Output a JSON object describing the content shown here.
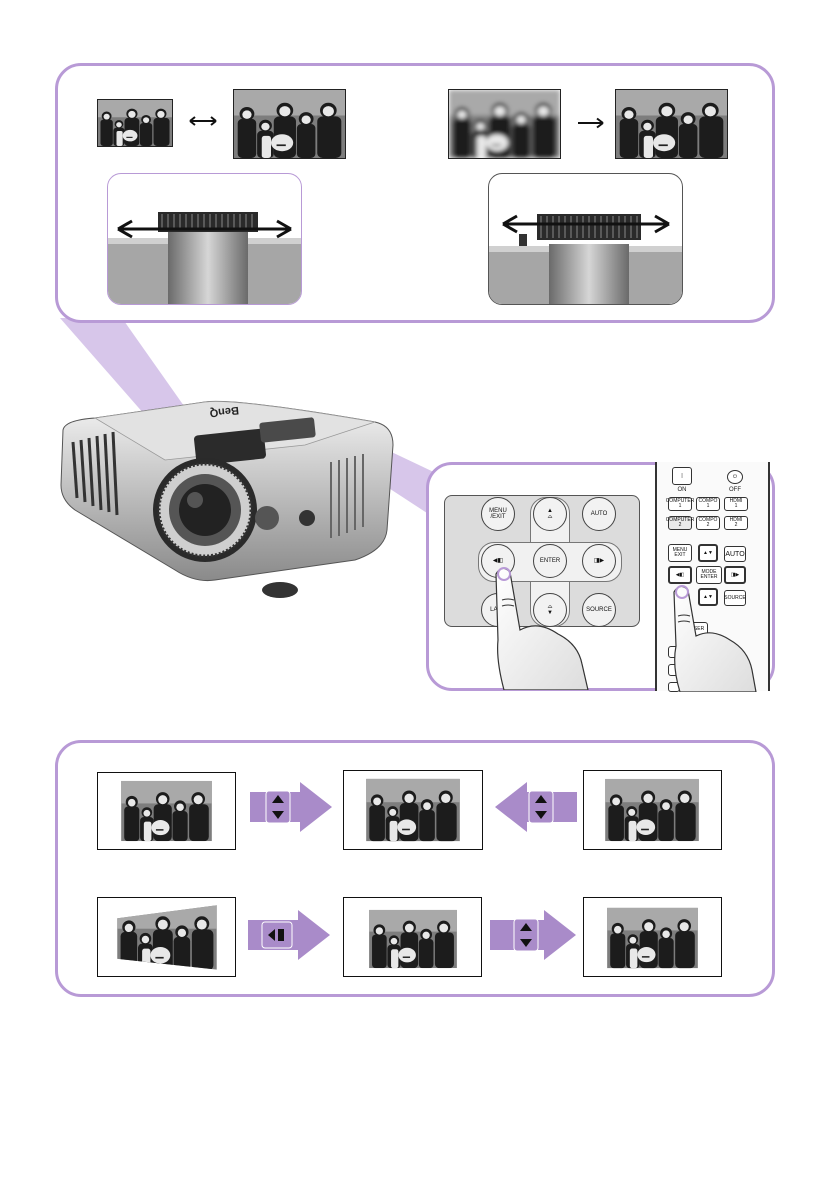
{
  "keypad": {
    "menu_exit": "MENU\n/EXIT",
    "auto": "AUTO",
    "enter": "ENTER",
    "source": "SOURCE",
    "blank_partial": "LANK"
  },
  "remote": {
    "on": "ON",
    "off": "OFF",
    "computer1": "COMPUTER\n1",
    "compo1": "COMPO\n1",
    "hdmi1": "HDMI\n1",
    "computer2": "COMPUTER\n2",
    "compo2": "COMPO\n2",
    "hdmi2": "HDMI\n2",
    "menu_exit": "MENU\nEXIT",
    "auto": "AUTO",
    "mode_enter": "MODE\nENTER",
    "source": "SOURCE",
    "laser": "LASER"
  },
  "projector": {
    "brand": "BenQ"
  },
  "colors": {
    "accent": "#b89ad6",
    "arrow_fill": "#a98bc9",
    "beam": "#c9b3e3"
  }
}
